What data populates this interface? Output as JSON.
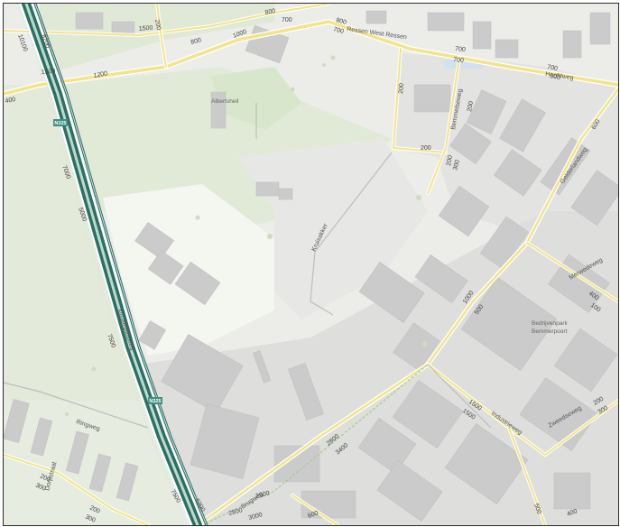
{
  "map": {
    "place_labels": {
      "albertsheil": "Albertsheil",
      "bedrijvenpark": "Bedrijvenpark",
      "bemmerpoort": "Bemmerpoort"
    },
    "road_badges": {
      "a": "N325",
      "b": "N325"
    },
    "street_names": {
      "ressen": "Ressen West Ressen",
      "hoofdweg": "Hoofdweg",
      "bemmelseweg": "Bemmelseweg",
      "gelderlandweg": "Gelderlandweg",
      "kruisakker": "Kruisakker",
      "merwedeweg": "Merwedeweg",
      "nijverheidsweg": "Nijverheidsweg",
      "ringweg": "Ringweg",
      "industrieweg": "Industrieweg",
      "zweedseweg": "Zweedseweg",
      "brugweg": "Brugweg",
      "dorpstraat": "Dorpstraat"
    },
    "road_numbers": {
      "n1": "800",
      "n2": "700",
      "n3": "800",
      "n4": "700",
      "n5": "1000",
      "n6": "800",
      "n7": "200",
      "n8": "1500",
      "n9": "1200",
      "n10": "1500",
      "n11": "400",
      "n12": "700",
      "n13": "700",
      "n14": "700",
      "n15": "500",
      "n16": "200",
      "n17": "200",
      "n18": "200",
      "n19": "200",
      "n20": "300",
      "n21": "600",
      "n22": "7000",
      "n23": "5000",
      "n24": "8200",
      "n25": "10100",
      "n26": "7500",
      "n27": "1000",
      "n28": "500",
      "n29": "400",
      "n30": "100",
      "n31": "1500",
      "n32": "1500",
      "n33": "200",
      "n34": "300",
      "n35": "2800",
      "n36": "3400",
      "n37": "2600",
      "n38": "2800",
      "n39": "3000",
      "n40": "600",
      "n41": "7500",
      "n42": "6200",
      "n43": "200",
      "n44": "300",
      "n45": "200",
      "n46": "300",
      "n47": "500",
      "n48": "400"
    },
    "colors": {
      "highway": "#3f8f82",
      "highway_edge": "#2e6f63",
      "major_road": "#f1e48a",
      "road_outline": "#ffffff",
      "cycle_path": "#9ed08a",
      "building": "#c9c9c9",
      "green_area": "#dde8cf",
      "industrial": "#dedede"
    }
  }
}
